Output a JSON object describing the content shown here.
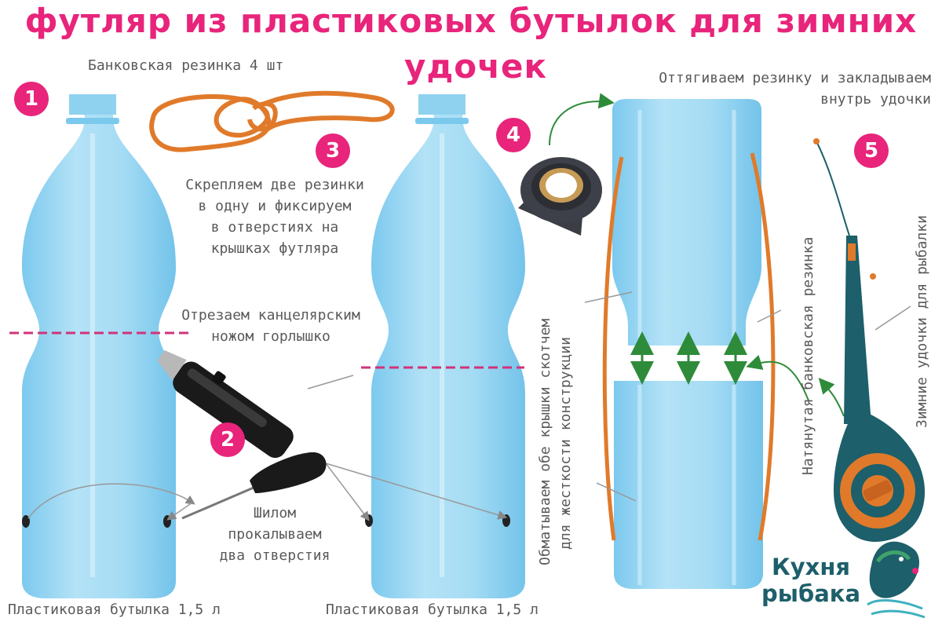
{
  "title": {
    "line1": "футляр из пластиковых бутылок для зимних",
    "line2": "удочек"
  },
  "steps": [
    "1",
    "2",
    "3",
    "4",
    "5"
  ],
  "labels": {
    "rubber_bands": "Банковская резинка 4 шт",
    "fasten": [
      "Скрепляем две резинки",
      "в одну и фиксируем",
      "в отверстиях на",
      "крышках футляра"
    ],
    "cut": [
      "Отрезаем канцелярским",
      "ножом горлышко"
    ],
    "awl": [
      "Шилом",
      "прокалываем",
      "два отверстия"
    ],
    "bottle_left": "Пластиковая бутылка 1,5 л",
    "bottle_mid": "Пластиковая бутылка 1,5 л",
    "pull": [
      "Оттягиваем резинку и закладываем",
      "внутрь удочки"
    ],
    "tape": [
      "Обматываем обе крышки скотчем",
      "для жесткости конструкции"
    ],
    "stretched": "Натянутая банковская резинка",
    "rods": "Зимние удочки для рыбалки"
  },
  "logo": {
    "line1": "Кухня",
    "line2": "рыбака"
  },
  "colors": {
    "accent": "#e8247b",
    "bottle": "#9ed8f2",
    "bottle_dark": "#6ec4ec",
    "rubber": "#e07a2a",
    "arrow": "#2e8b3a",
    "brand": "#1d5f6a"
  }
}
